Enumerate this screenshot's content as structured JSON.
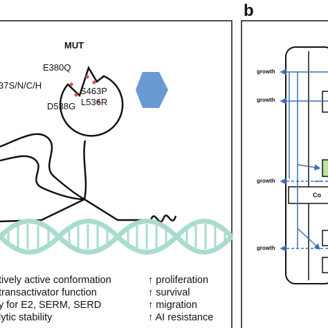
{
  "panel_a": {
    "title": "MUT",
    "mutations": {
      "top": "E380Q",
      "left": "37S/N/C/H",
      "right1": "S463P",
      "right2": "L536R",
      "bottom": "D538G"
    },
    "effects_left": [
      "tively active conformation",
      "transactivator function",
      "y for E2, SERM, SERD",
      "lytic stability"
    ],
    "effects_right": [
      "↑ proliferation",
      "↑ survival",
      "↑ migration",
      "↑ AI resistance"
    ],
    "colors": {
      "mutation_dot": "#d9534f",
      "ligand": "#6a9ad4",
      "dna": "#a8dccf"
    }
  },
  "panel_b": {
    "letter": "b",
    "growth_labels": [
      "growth",
      "growth",
      "growth",
      "growth"
    ],
    "box_text": "Co",
    "colors": {
      "arrow": "#3b6fb6",
      "green_box": "#b7e3a4"
    }
  }
}
